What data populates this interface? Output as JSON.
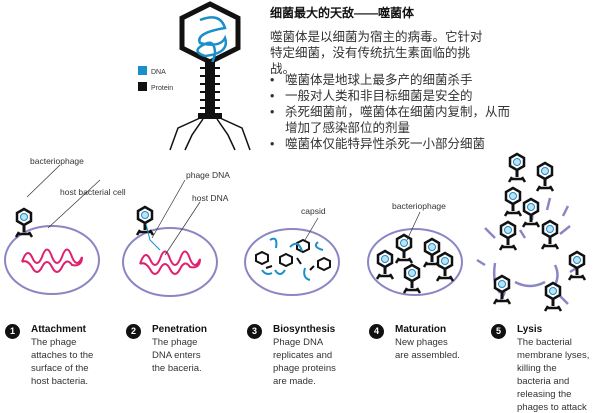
{
  "header": {
    "title": "细菌最大的天敌——噬菌体",
    "intro": "噬菌体是以细菌为宿主的病毒。它针对特定细菌，没有传统抗生素面临的挑战。",
    "bullets": [
      "噬菌体是地球上最多产的细菌杀手",
      "一般对人类和非目标细菌是安全的",
      "杀死细菌前，噬菌体在细菌内复制，从而增加了感染部位的剂量",
      "噬菌体仅能特异性杀死一小部分细菌"
    ]
  },
  "legend": {
    "dna": "DNA",
    "protein": "Protein",
    "dna_color": "#1a8fc9",
    "protein_color": "#111111"
  },
  "labels": {
    "bacteriophage": "bacteriophage",
    "host_cell": "host bacterial cell",
    "phage_dna": "phage DNA",
    "host_dna": "host DNA",
    "capsid": "capsid",
    "bacteriophage2": "bacteriophage"
  },
  "steps": [
    {
      "num": "1",
      "title": "Attachment",
      "text": "The phage attaches to the surface of the host bacteria."
    },
    {
      "num": "2",
      "title": "Penetration",
      "text": "The phage DNA enters the baceria."
    },
    {
      "num": "3",
      "title": "Biosynthesis",
      "text": "Phage DNA replicates and phage proteins are made."
    },
    {
      "num": "4",
      "title": "Maturation",
      "text": "New phages are assembled."
    },
    {
      "num": "5",
      "title": "Lysis",
      "text": "The bacterial membrane lyses, killing the bacteria and releasing the phages to attack other bacteria."
    }
  ]
}
